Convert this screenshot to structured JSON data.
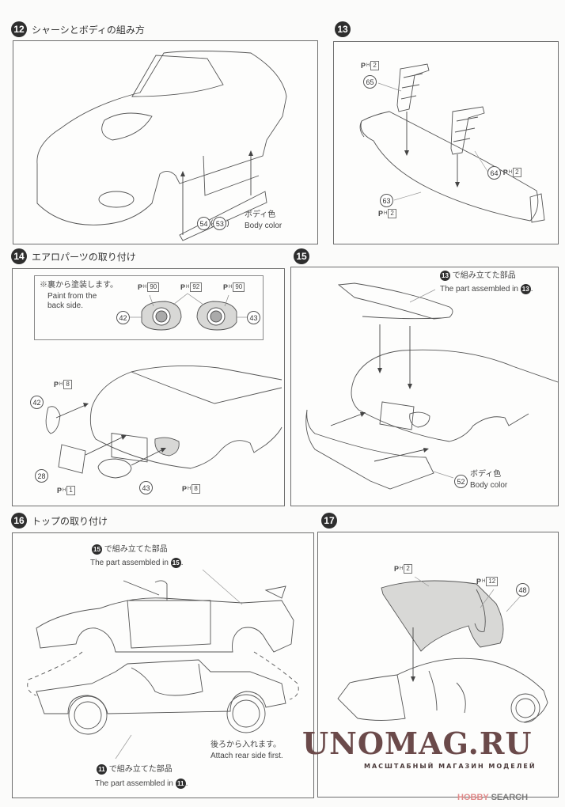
{
  "steps": {
    "s12": {
      "num": "12",
      "title": "シャーシとボディの組み方",
      "part_a": "54",
      "part_b": "53",
      "color_jp": "ボディ色",
      "color_en": "Body color"
    },
    "s13": {
      "num": "13",
      "parts": [
        {
          "num": "65",
          "ph": "2"
        },
        {
          "num": "64",
          "ph": "2"
        },
        {
          "num": "63",
          "ph": "2"
        }
      ]
    },
    "s14": {
      "num": "14",
      "title": "エアロパーツの取り付け",
      "note_jp": "※裏から塗装します。",
      "note_en_1": "Paint from the",
      "note_en_2": "back side.",
      "inset_ph": [
        "90",
        "92",
        "90"
      ],
      "inset_parts": [
        "42",
        "43"
      ],
      "parts": [
        {
          "num": "42"
        },
        {
          "num": "28",
          "ph": "1"
        },
        {
          "num": "43"
        }
      ],
      "ph_left": "8",
      "ph_right": "8"
    },
    "s15": {
      "num": "15",
      "ref": "13",
      "ref_jp": "で組み立てた部品",
      "ref_en": "The part assembled in",
      "part": "52",
      "color_jp": "ボディ色",
      "color_en": "Body color"
    },
    "s16": {
      "num": "16",
      "title": "トップの取り付け",
      "ref_top": "15",
      "ref_bottom": "11",
      "ref_jp": "で組み立てた部品",
      "ref_en": "The part assembled in",
      "hint_jp": "後ろから入れます。",
      "hint_en": "Attach rear side first."
    },
    "s17": {
      "num": "17",
      "ph_a": "2",
      "ph_b": "12",
      "part": "48"
    }
  },
  "ph_prefix": "P",
  "ph_sub": "H",
  "watermark": {
    "main": "UNOMAG.RU",
    "sub": "МАСШТАБНЫЙ МАГАЗИН МОДЕЛЕЙ",
    "brand_a": "HOBBY",
    "brand_b": "SEARCH"
  },
  "colors": {
    "line": "#555555",
    "fill_gray": "#d8d8d6",
    "watermark": "#6b4a4a",
    "brand": "#e08a8a"
  }
}
